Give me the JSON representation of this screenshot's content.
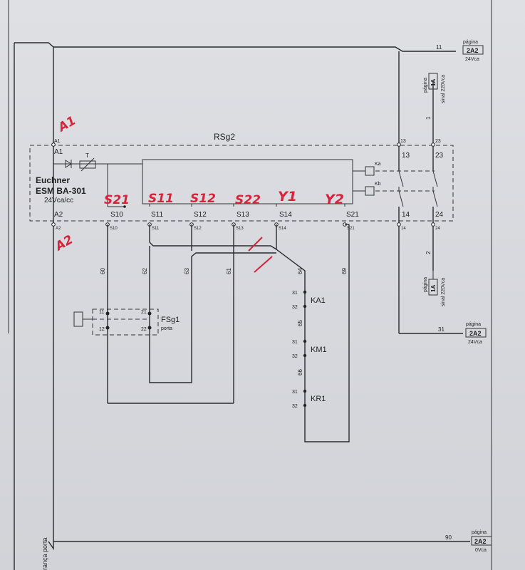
{
  "device": {
    "name": "RSg2",
    "brand": "Euchner",
    "model": "ESM BA-301",
    "voltage": "24Vca/cc",
    "transformer_label": "T",
    "relay_a": "Ka",
    "relay_b": "Kb"
  },
  "terminals_top": {
    "a1": "A1",
    "t13": "13",
    "t23": "23"
  },
  "terminals_bottom": {
    "a2": "A2",
    "s10": "S10",
    "s11": "S11",
    "s12": "S12",
    "s13": "S13",
    "s14": "S14",
    "s21": "S21",
    "t14": "14",
    "t24": "24"
  },
  "terminals_small": {
    "a1": "A1",
    "a2": "A2",
    "s10": "S10",
    "s11": "S11",
    "s12": "S12",
    "s13": "S13",
    "s14": "S14",
    "s21": "S21",
    "t13": "13",
    "t14": "14",
    "t23": "23",
    "t24": "24"
  },
  "handwritten": {
    "a1": "A1",
    "a2": "A2",
    "s21": "S21",
    "s11": "S11",
    "s12": "S12",
    "s22": "S22",
    "y1": "Y1",
    "y2": "Y2"
  },
  "wire_numbers": {
    "w60": "60",
    "w62": "62",
    "w63": "63",
    "w61": "61",
    "w64": "64",
    "w69": "69",
    "w65": "65",
    "w66": "66",
    "w11": "11",
    "w31": "31",
    "w90": "90",
    "w1": "1",
    "w2": "2"
  },
  "safety_switch": {
    "name": "FSg1",
    "sub": "porta",
    "c11": "11",
    "c12": "12",
    "c21": "21",
    "c22": "22"
  },
  "contacts": [
    {
      "name": "KA1",
      "top": "31",
      "bottom": "32"
    },
    {
      "name": "KM1",
      "top": "31",
      "bottom": "32"
    },
    {
      "name": "KR1",
      "top": "31",
      "bottom": "32"
    }
  ],
  "refs": {
    "top_right": {
      "label": "página",
      "page": "2A2",
      "voltage": "24Vca"
    },
    "mid_right": {
      "label": "página",
      "page": "2A2",
      "voltage": "24Vca"
    },
    "bottom_right": {
      "label": "página",
      "page": "2A2",
      "voltage": "0Vca"
    },
    "vert_top": {
      "label": "página",
      "page": "1A",
      "signal": "sinal 220Vca"
    },
    "vert_bottom": {
      "label": "página",
      "page": "1A",
      "signal": "sinal 220Vca"
    }
  },
  "margin_text": "rança porta"
}
